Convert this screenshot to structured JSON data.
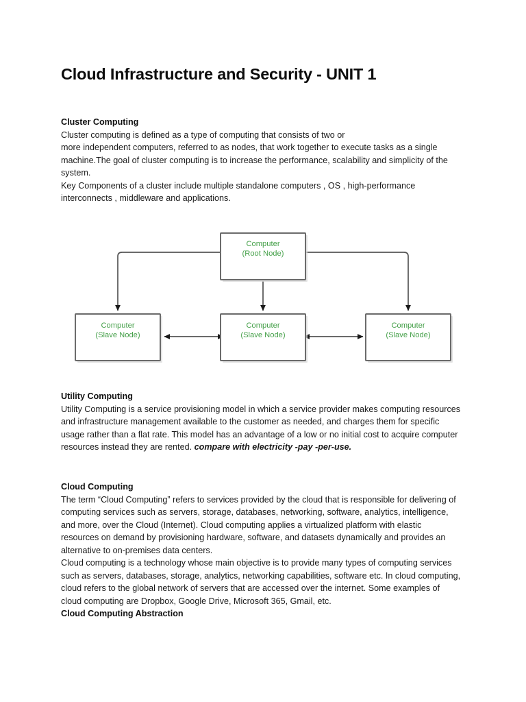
{
  "document": {
    "title": "Cloud Infrastructure and Security - UNIT 1",
    "accent_green": "#45a049",
    "text_color": "#1a1a1a",
    "box_border_color": "#6b6b6b",
    "background": "#ffffff"
  },
  "sections": {
    "cluster": {
      "heading": "Cluster Computing",
      "lines": [
        "Cluster computing is defined as a type of computing that consists of two or",
        "more independent computers, referred to as nodes, that work together to execute tasks as a single machine.The goal of cluster computing is to increase the performance, scalability and simplicity of the system.",
        "Key Components of a cluster include multiple standalone computers , OS , high-performance interconnects , middleware and applications."
      ]
    },
    "utility": {
      "heading": "Utility Computing",
      "paragraph_normal": "Utility Computing is a service provisioning model in which a service provider makes computing resources and infrastructure management available to the customer as needed, and charges them for specific usage rather than a flat rate.  This model has an advantage of a low or no initial cost to acquire computer resources instead they are rented. ",
      "paragraph_emphasis": "compare with electricity -pay -per-use."
    },
    "cloud": {
      "heading": "Cloud Computing",
      "paragraph_1": "The term “Cloud Computing” refers to services provided by the cloud that is responsible for delivering of computing services such as servers, storage, databases, networking, software, analytics, intelligence, and more, over the Cloud (Internet). Cloud computing applies a virtualized platform with elastic resources on demand by provisioning hardware, software, and datasets dynamically and provides  an alternative to on-premises data centers.",
      "paragraph_2": "Cloud computing is a technology whose main objective is to provide many types of computing services such as servers, databases, storage, analytics, networking capabilities, software etc. In cloud computing, cloud refers to the global network of servers that are accessed over the internet. Some examples of cloud computing are Dropbox, Google Drive, Microsoft 365, Gmail, etc.",
      "subheading": "Cloud Computing Abstraction"
    }
  },
  "diagram": {
    "name": "cluster-computing-architecture",
    "nodes": [
      {
        "id": "root",
        "line1": "Computer",
        "line2": "(Root Node)"
      },
      {
        "id": "slave1",
        "line1": "Computer",
        "line2": "(Slave Node)"
      },
      {
        "id": "slave2",
        "line1": "Computer",
        "line2": "(Slave Node)"
      },
      {
        "id": "slave3",
        "line1": "Computer",
        "line2": "(Slave Node)"
      }
    ],
    "connections": [
      {
        "from": "root",
        "to": "slave1",
        "type": "arrow"
      },
      {
        "from": "root",
        "to": "slave2",
        "type": "arrow"
      },
      {
        "from": "root",
        "to": "slave3",
        "type": "arrow"
      },
      {
        "from": "slave1",
        "to": "slave2",
        "type": "double-arrow"
      },
      {
        "from": "slave2",
        "to": "slave3",
        "type": "double-arrow"
      }
    ]
  }
}
